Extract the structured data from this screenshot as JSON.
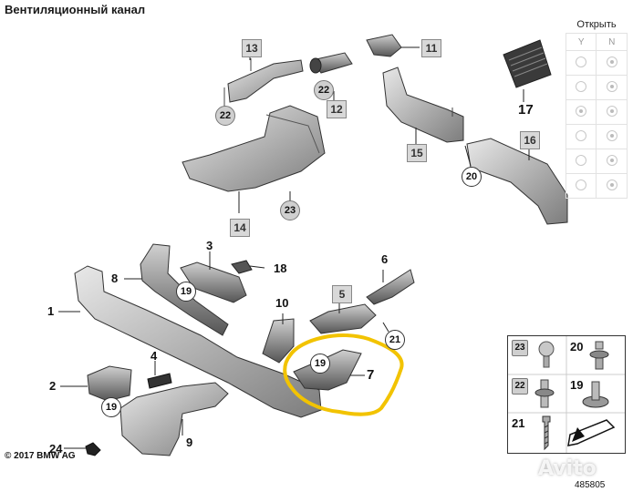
{
  "title": "Вентиляционный канал",
  "table": {
    "header": "Открыть",
    "col_y": "Y",
    "col_n": "N",
    "rows": 6
  },
  "callouts": {
    "c1": "1",
    "c2": "2",
    "c3": "3",
    "c4": "4",
    "c5": "5",
    "c6": "6",
    "c7": "7",
    "c8": "8",
    "c9": "9",
    "c10": "10",
    "c11": "11",
    "c12": "12",
    "c13": "13",
    "c14": "14",
    "c15": "15",
    "c16": "16",
    "c17": "17",
    "c18": "18",
    "c19a": "19",
    "c19b": "19",
    "c19c": "19",
    "c20": "20",
    "c21": "21",
    "c22a": "22",
    "c22b": "22",
    "c23": "23",
    "c24": "24"
  },
  "legend": {
    "l23": "23",
    "l20": "20",
    "l22": "22",
    "l19": "19",
    "l21": "21"
  },
  "copyright": "© 2017 BMW AG",
  "doc_number": "485805",
  "watermark": "Avito",
  "highlight_color": "#f2c300"
}
